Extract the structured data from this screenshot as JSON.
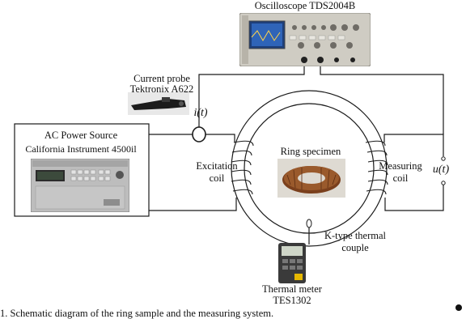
{
  "labels": {
    "oscilloscope": "Oscilloscope TDS2004B",
    "current_probe_line1": "Current probe",
    "current_probe_line2": "Tektronix A622",
    "current_symbol": "i(t)",
    "ac_source_line1": "AC Power Source",
    "ac_source_line2": "California Instrument 4500il",
    "excitation_line1": "Excitation",
    "excitation_line2": "coil",
    "ring_specimen": "Ring specimen",
    "measuring_line1": "Measuring",
    "measuring_line2": "coil",
    "voltage_symbol": "u(t)",
    "thermocouple_line1": "K-type thermal",
    "thermocouple_line2": "couple",
    "thermal_meter_line1": "Thermal meter",
    "thermal_meter_line2": "TES1302",
    "caption_fragment": "1. Schematic diagram of the ring sample and the measuring system."
  },
  "icons": {
    "oscilloscope": "oscilloscope-photo",
    "current_probe": "current-probe-photo",
    "ac_source": "ac-power-source-photo",
    "ring": "ring-specimen-photo",
    "thermal_meter": "thermal-meter-photo"
  },
  "colors": {
    "wire": "#1a1a1a",
    "scope_body": "#c9c6bd",
    "scope_screen": "#2b5aa8",
    "source_body": "#b9b9b9",
    "ring_copper": "#8a4b22",
    "meter_body": "#3a3a3a"
  }
}
